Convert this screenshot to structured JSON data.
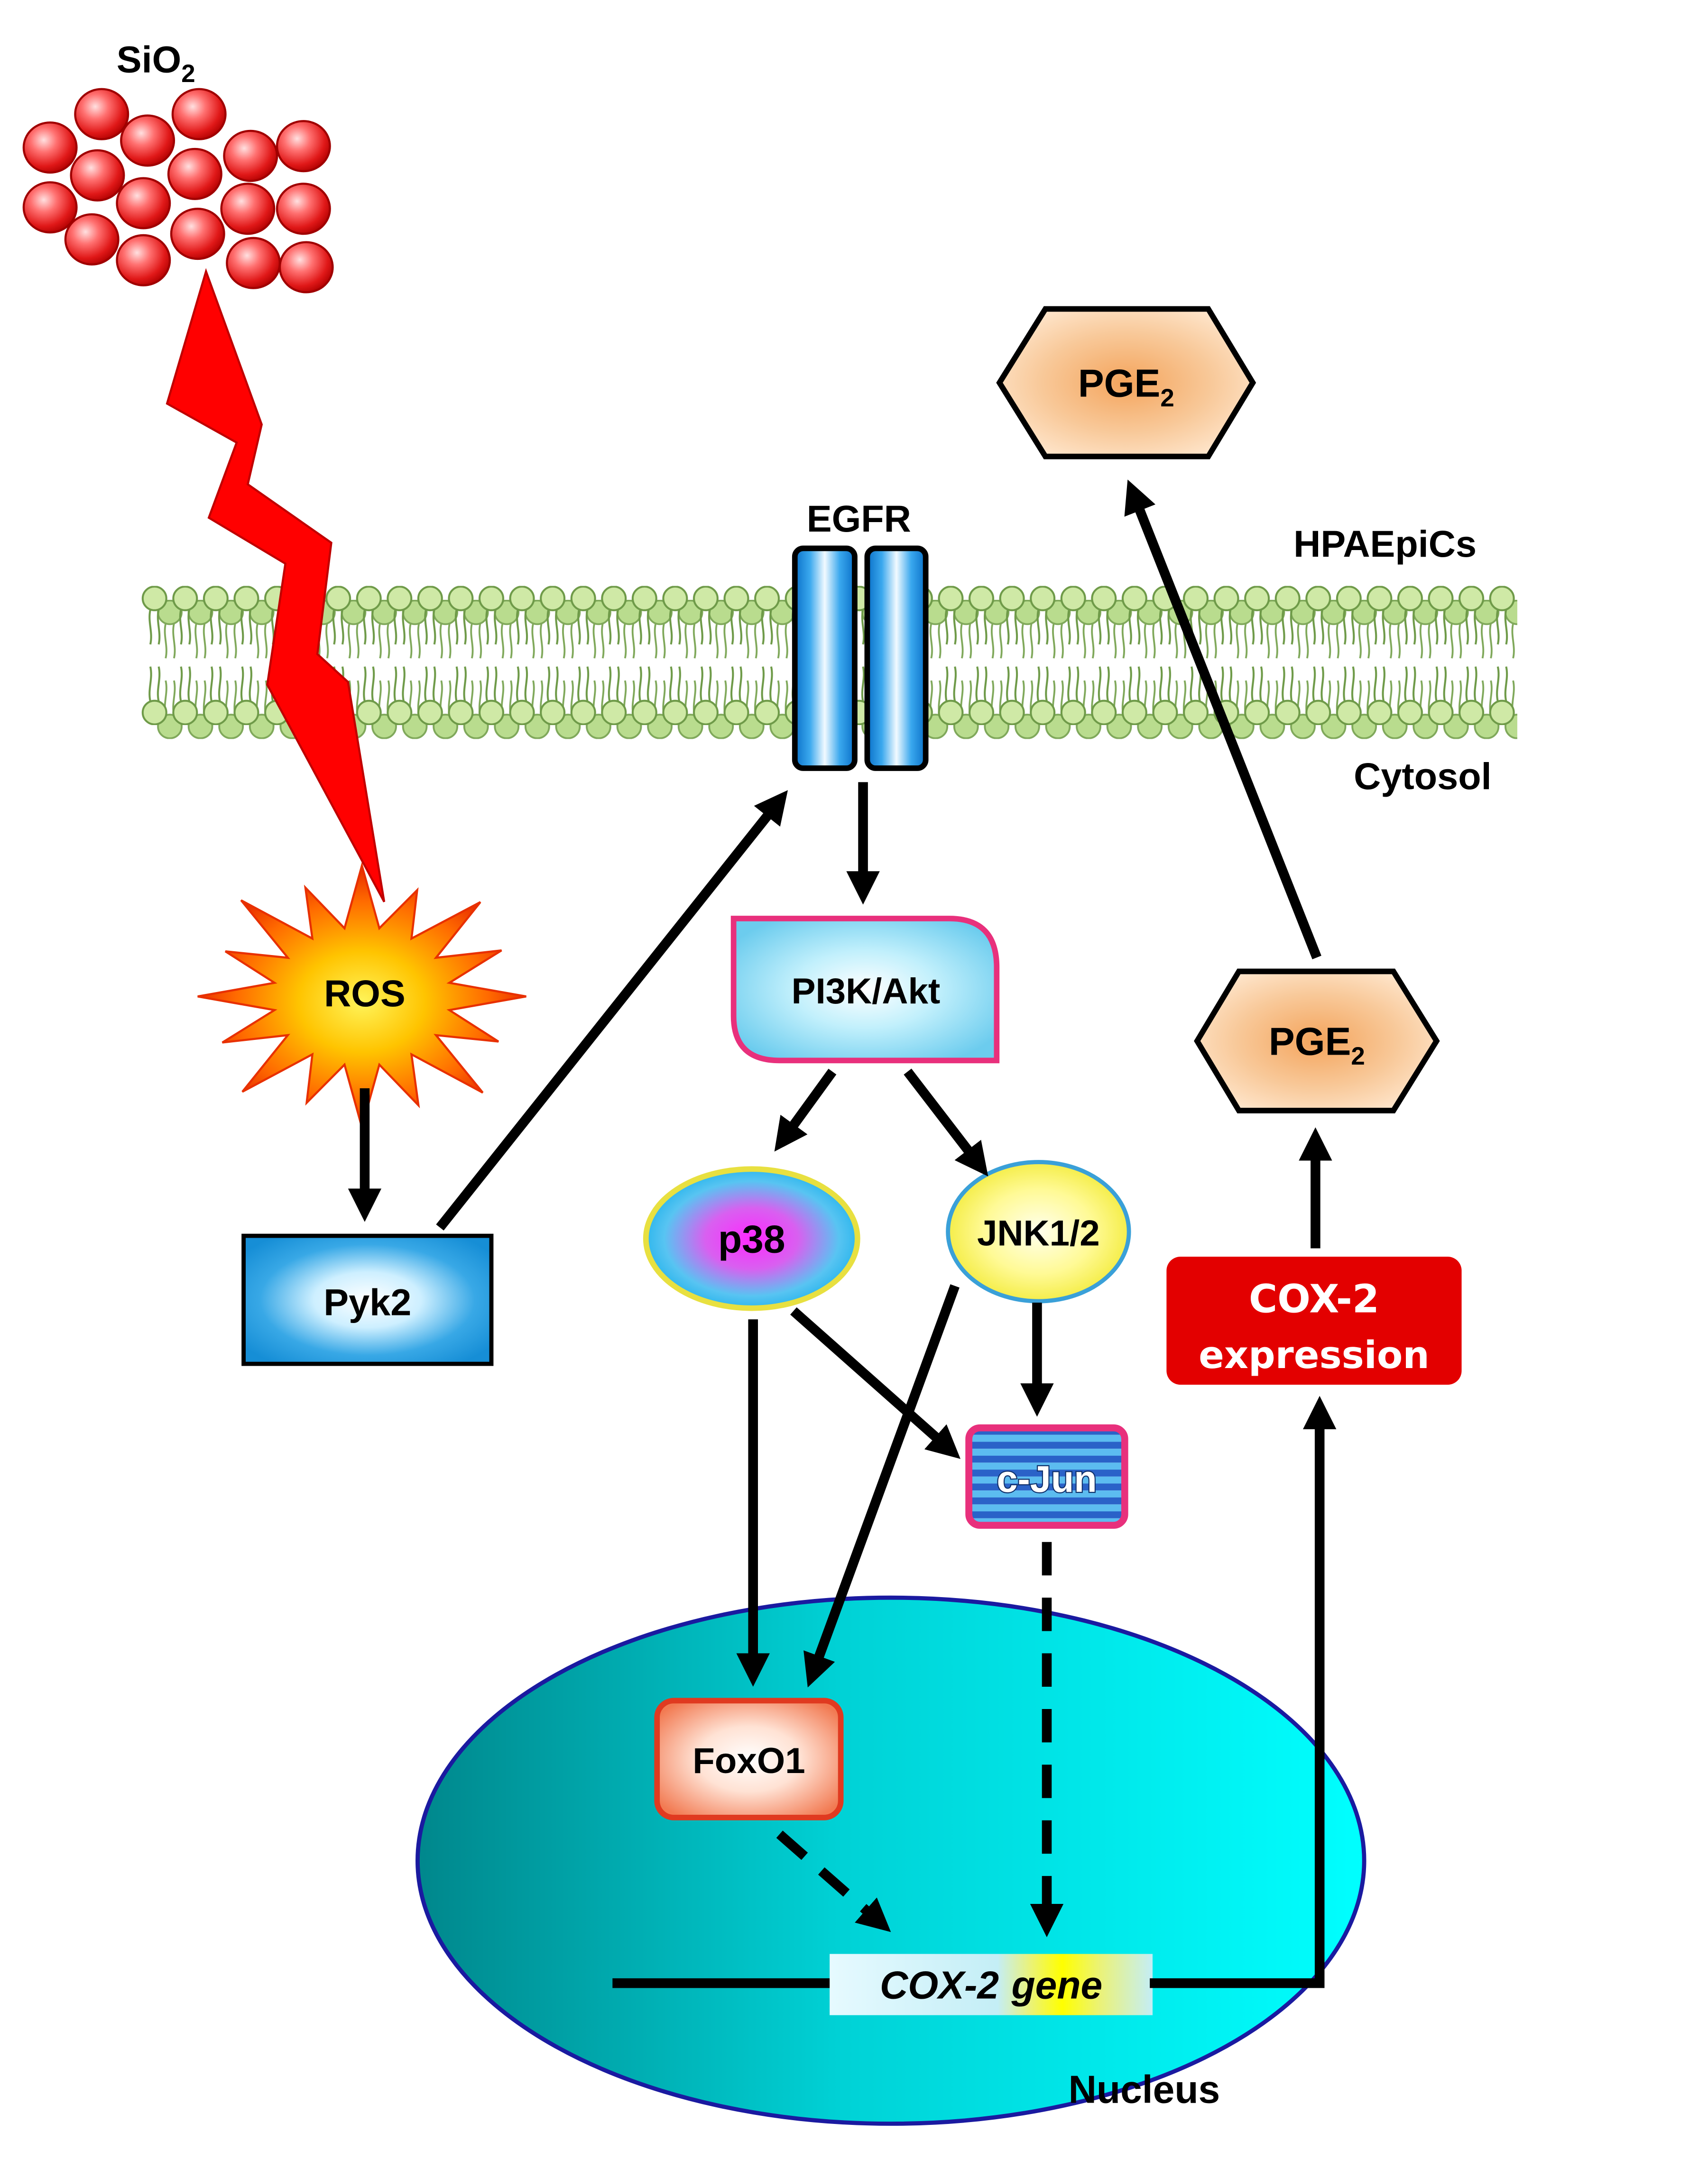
{
  "stimulus": {
    "label": "SiO",
    "label_subscript": "2"
  },
  "cell": {
    "name": "HPAEpiCs",
    "compartment": "Cytosol"
  },
  "receptor": {
    "label": "EGFR"
  },
  "nodes": {
    "ros": "ROS",
    "pyk2": "Pyk2",
    "pi3k_akt": "PI3K/Akt",
    "p38": "p38",
    "jnk": "JNK1/2",
    "c_jun": "c-Jun",
    "foxo1": "FoxO1",
    "cox2_expression": {
      "line1": "COX-2",
      "line2": "expression"
    },
    "pge2_intracellular": {
      "label": "PGE",
      "subscript": "2"
    },
    "pge2_extracellular": {
      "label": "PGE",
      "subscript": "2"
    }
  },
  "nucleus": {
    "label": "Nucleus",
    "gene": {
      "name": "COX-2",
      "word": "gene"
    }
  },
  "colors": {
    "lightning": "#ff0000",
    "cox2_expression_box": "#e30000",
    "nucleus_stroke": "#1a1aa0",
    "pi3k_stroke": "#e8307c",
    "c_jun_stroke": "#e8307c",
    "foxo1_stroke": "#e03a20"
  }
}
